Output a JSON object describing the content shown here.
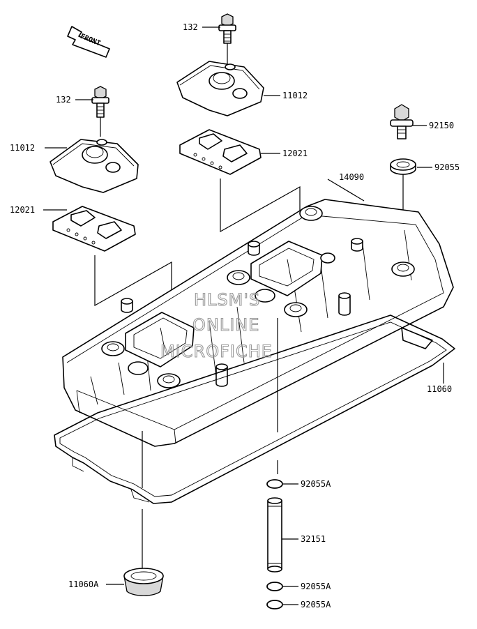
{
  "diagram": {
    "front_label": "FRONT",
    "watermark": [
      "HLSM'S",
      "ONLINE",
      "MICROFICHE"
    ],
    "parts": {
      "p132_top": "132",
      "p11012_top": "11012",
      "p132_left": "132",
      "p11012_left": "11012",
      "p12021_top": "12021",
      "p12021_left": "12021",
      "p92150": "92150",
      "p92055": "92055",
      "p14090": "14090",
      "p11060": "11060",
      "p92055A_1": "92055A",
      "p32151": "32151",
      "p11060A": "11060A",
      "p92055A_2": "92055A",
      "p92055A_3": "92055A"
    }
  }
}
